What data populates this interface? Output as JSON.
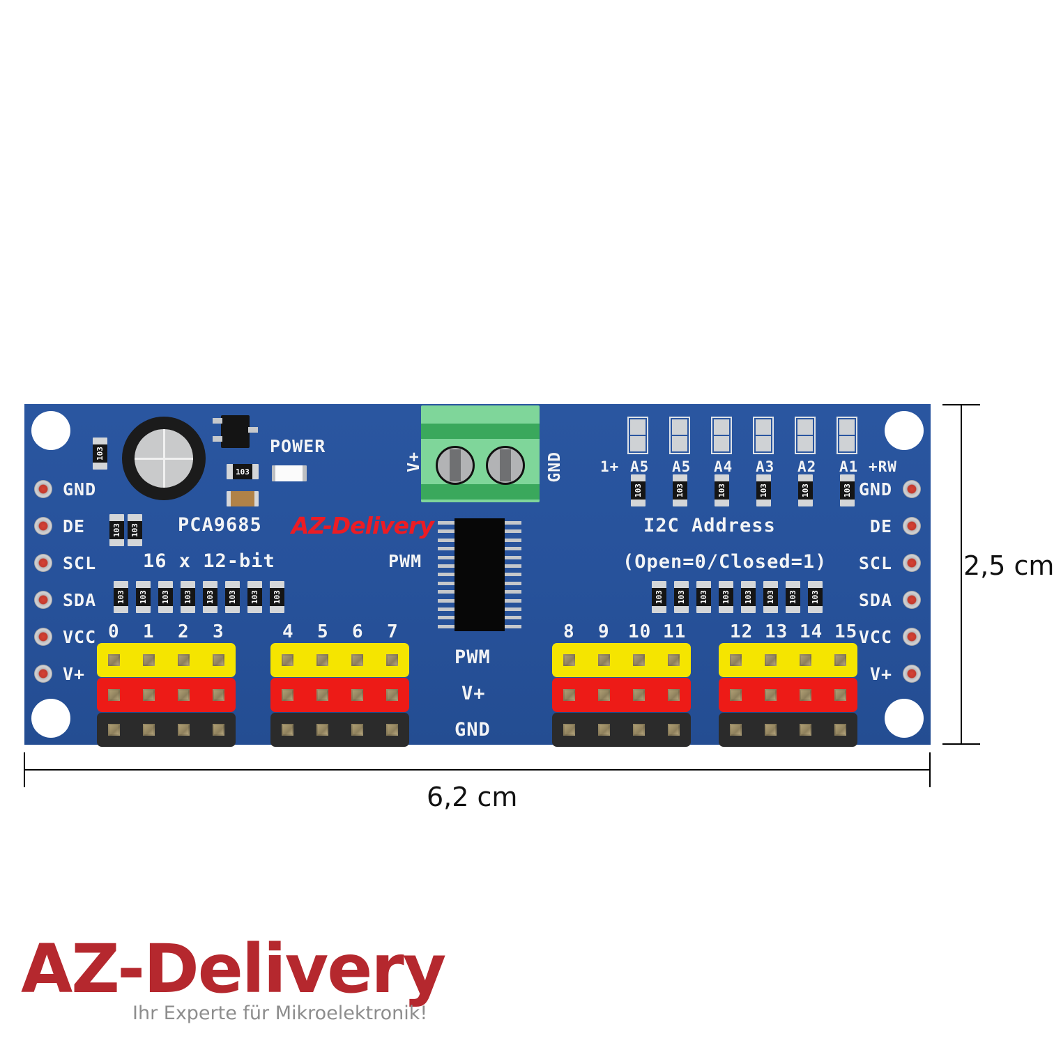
{
  "product": {
    "board_name": "PCA9685",
    "board_subtitle": "16 x 12-bit",
    "board_logo": "AZ-Delivery"
  },
  "board": {
    "power_label": "POWER",
    "i2c_title": "I2C Address",
    "i2c_note": "(Open=0/Closed=1)",
    "terminal": {
      "left_label": "V+",
      "right_label": "GND"
    },
    "center_pwm_label": "PWM",
    "channel_row_labels": [
      "PWM",
      "V+",
      "GND"
    ],
    "left_pins": [
      "GND",
      "DE",
      "SCL",
      "SDA",
      "VCC",
      "V+"
    ],
    "right_pins": [
      "GND",
      "DE",
      "SCL",
      "SDA",
      "VCC",
      "V+"
    ],
    "i2c_switch_labels": [
      "1+",
      "A5",
      "A5",
      "A4",
      "A3",
      "A2",
      "A1",
      "+RW"
    ],
    "channel_numbers": [
      "0",
      "1",
      "2",
      "3",
      "4",
      "5",
      "6",
      "7",
      "8",
      "9",
      "10",
      "11",
      "12",
      "13",
      "14",
      "15"
    ],
    "resistor_code": "103",
    "cap_code": "103",
    "colors": {
      "pcb_blue": "#27529b",
      "header_pwm": "#f5e500",
      "header_vplus": "#ed1b17",
      "header_gnd": "#2b2b2b",
      "terminal_green": "#7fd69a",
      "silk_white": "#f2f4f7",
      "logo_red": "#ec1c24"
    }
  },
  "dimensions": {
    "width_label": "6,2 cm",
    "height_label": "2,5 cm"
  },
  "brand": {
    "name": "AZ-Delivery",
    "tagline": "Ihr Experte für Mikroelektronik!",
    "color": "#b5282e",
    "tagline_color": "#8d8d8d"
  }
}
